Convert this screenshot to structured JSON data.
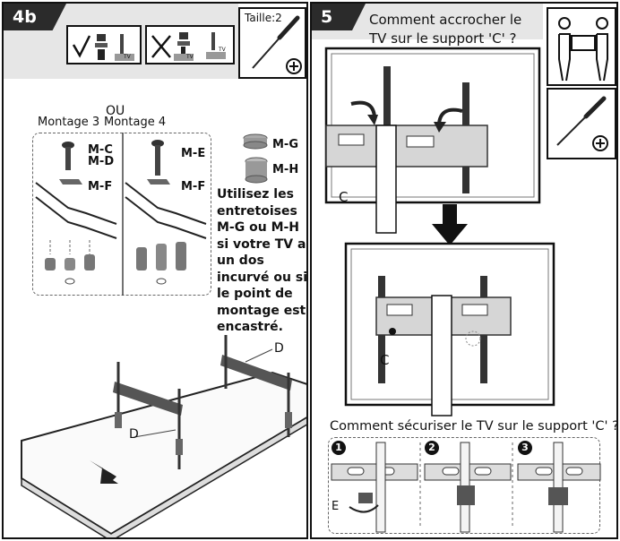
{
  "panel_left": {
    "step": "4b",
    "size_label": "Taille:2",
    "or_label": "OU",
    "mount_3": "Montage 3",
    "mount_4": "Montage 4",
    "parts": {
      "m_c": "M-C",
      "m_d": "M-D",
      "m_e": "M-E",
      "m_f": "M-F",
      "m_g": "M-G",
      "m_h": "M-H"
    },
    "spacer_note": "Utilisez les entretoises M-G ou M-H si votre TV a un dos incurvé ou si le point de montage est encastré.",
    "label_d": "D",
    "tv_marks": [
      "TV",
      "TV",
      "TV"
    ]
  },
  "panel_right": {
    "step": "5",
    "title": "Comment accrocher le TV sur le support 'C' ?",
    "label_c": "C",
    "secure_title": "Comment sécuriser le TV sur le support 'C' ?",
    "substeps": [
      "1",
      "2",
      "3"
    ],
    "label_e": "E"
  },
  "icons": [
    "check-icon",
    "cross-icon",
    "screwdriver-icon",
    "phillips-head-icon",
    "two-person-lift-icon",
    "arrow-down-icon",
    "rotate-arrow-icon"
  ]
}
